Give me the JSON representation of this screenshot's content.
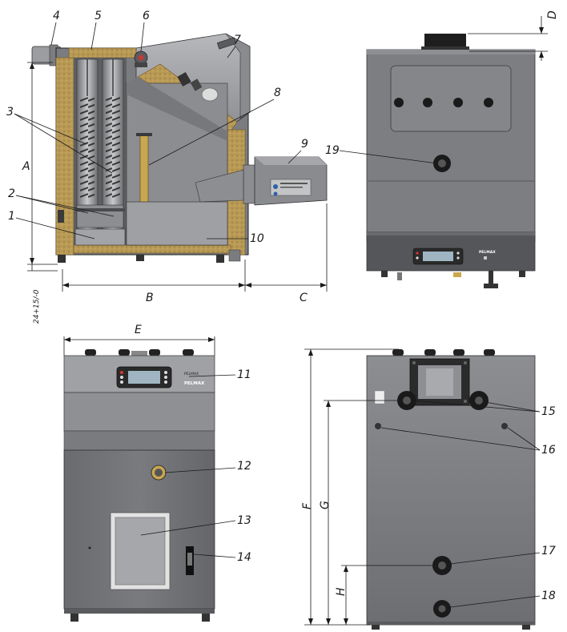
{
  "callouts": [
    "1",
    "2",
    "3",
    "4",
    "5",
    "6",
    "7",
    "8",
    "9",
    "10",
    "11",
    "12",
    "13",
    "14",
    "15",
    "16",
    "17",
    "18",
    "19"
  ],
  "dimensions": {
    "A": "A",
    "B": "B",
    "C": "C",
    "D": "D",
    "E": "E",
    "F": "F",
    "G": "G",
    "H": "H",
    "feet": "24+15/-0"
  },
  "brand": "PELMAX",
  "colors": {
    "boiler_dark": "#5f6064",
    "boiler_mid": "#7b7c80",
    "boiler_light": "#a4a5a8",
    "insulation": "#b99a55",
    "insulation_dark": "#8a6f36",
    "steel": "#9e9fa2",
    "inner": "#c7c8ca",
    "black": "#111111"
  }
}
